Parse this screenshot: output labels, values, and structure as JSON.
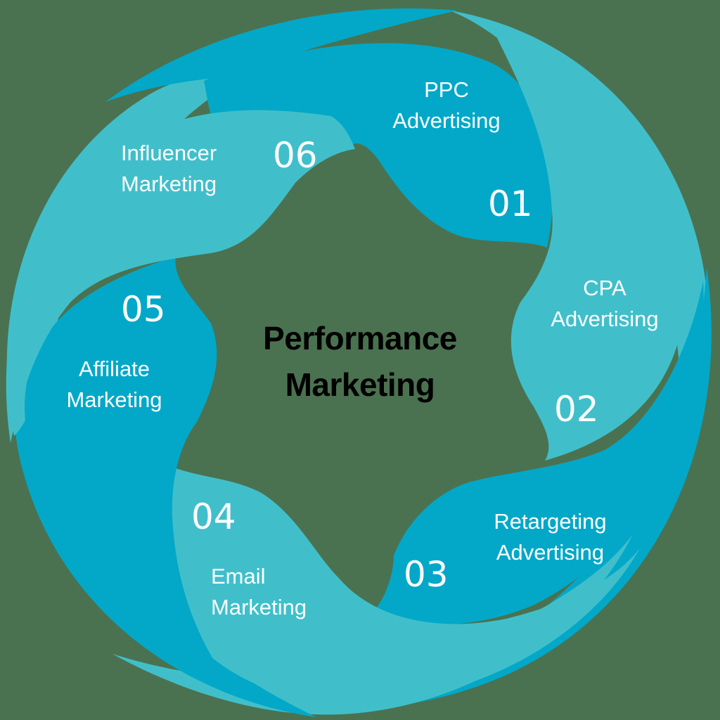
{
  "title": {
    "line1": "Performance",
    "line2": "Marketing"
  },
  "colors": {
    "background": "#4b7250",
    "dark_teal": "#03a8c8",
    "light_teal": "#40bfcb",
    "text": "#ffffff",
    "center_text": "#000000"
  },
  "segments": [
    {
      "number": "01",
      "line1": "PPC",
      "line2": "Advertising",
      "color": "#03a8c8"
    },
    {
      "number": "02",
      "line1": "CPA",
      "line2": "Advertising",
      "color": "#40bfcb"
    },
    {
      "number": "03",
      "line1": "Retargeting",
      "line2": "Advertising",
      "color": "#03a8c8"
    },
    {
      "number": "04",
      "line1": "Email",
      "line2": "Marketing",
      "color": "#40bfcb"
    },
    {
      "number": "05",
      "line1": "Affiliate",
      "line2": "Marketing",
      "color": "#03a8c8"
    },
    {
      "number": "06",
      "line1": "Influencer",
      "line2": "Marketing",
      "color": "#40bfcb"
    }
  ]
}
